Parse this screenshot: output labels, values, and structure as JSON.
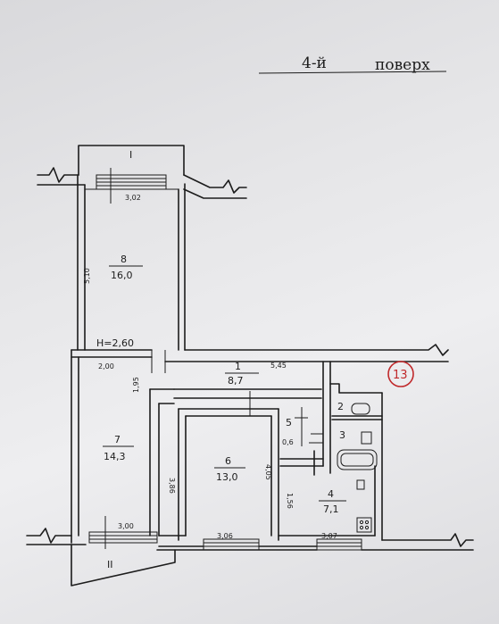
{
  "title": {
    "floor_number": "4-й",
    "floor_word": "поверх"
  },
  "height_label": "H=2,60",
  "apartment_number": "13",
  "sections": {
    "top": "I",
    "bottom": "II"
  },
  "rooms": [
    {
      "number": "8",
      "area": "16,0"
    },
    {
      "number": "7",
      "area": "14,3"
    },
    {
      "number": "6",
      "area": "13,0"
    },
    {
      "number": "1",
      "area": "8,7"
    },
    {
      "number": "4",
      "area": "7,1"
    },
    {
      "number": "2"
    },
    {
      "number": "3"
    },
    {
      "number": "5"
    }
  ],
  "dimensions": {
    "room8_width": "3,02",
    "room8_length": "5,10",
    "room7_width_top": "2,00",
    "room7_width_bottom": "3,00",
    "room7_length": "3,86",
    "hall_width": "1,95",
    "hall_length": "5,45",
    "room6_width": "3,06",
    "room6_length": "4,05",
    "room5_width": "0,6",
    "kitchen_width": "3,07",
    "kitchen_length": "1,56"
  },
  "colors": {
    "ink": "#1c1c1c",
    "apartment_circle": "#c0282a"
  }
}
